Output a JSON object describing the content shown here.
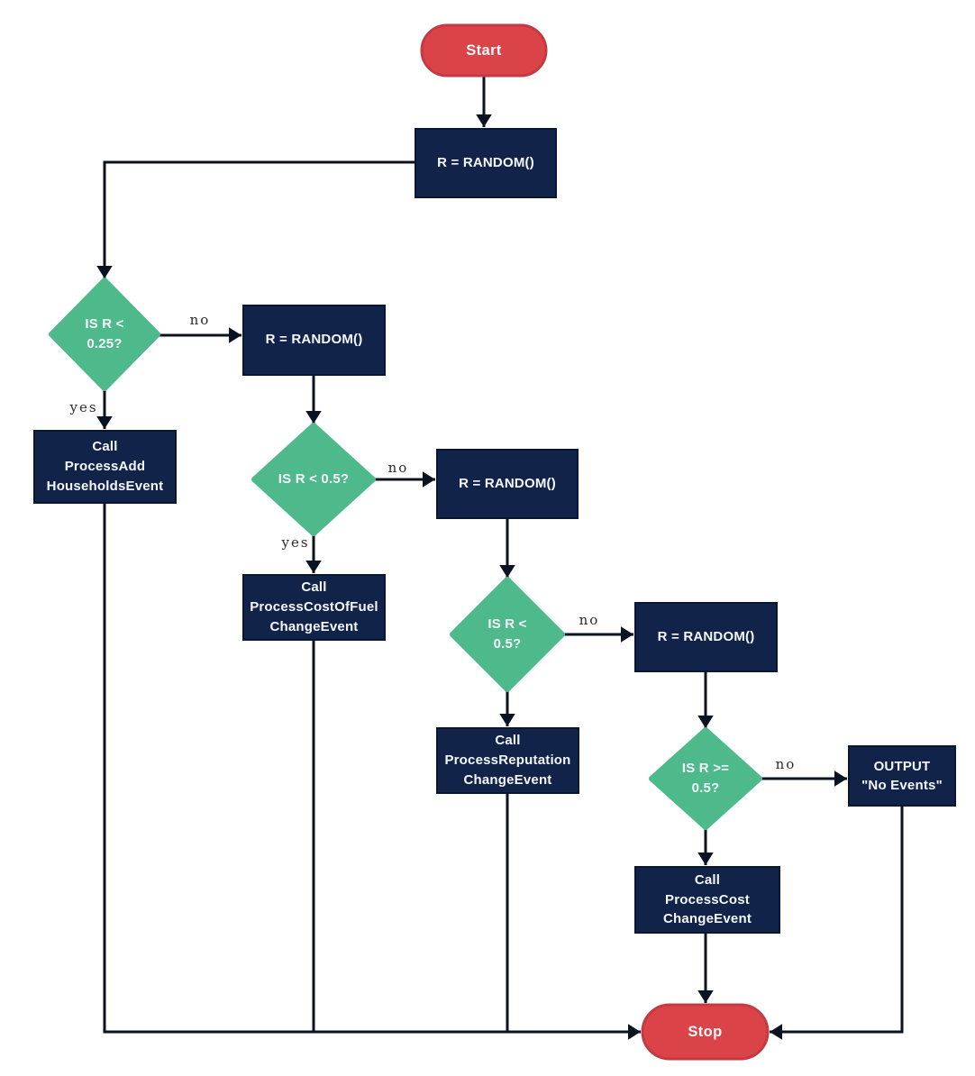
{
  "diagram": {
    "type": "flowchart",
    "background": "#ffffff",
    "colors": {
      "terminal_fill": "#da4449",
      "terminal_border": "#c43a41",
      "process_fill": "#12234a",
      "process_border": "#0a1733",
      "decision_fill": "#4eba8c",
      "line": "#0b1222",
      "node_text": "#f4f7fa",
      "edge_label_text": "#2b2b2b"
    },
    "nodes": {
      "start": "Start",
      "random1": "R = RANDOM()",
      "decision1": "IS R <\n0.25?",
      "call_add_households": "Call\nProcessAdd\nHouseholdsEvent",
      "random2": "R = RANDOM()",
      "decision2": "IS R < 0.5?",
      "call_cost_of_fuel": "Call\nProcessCostOfFuel\nChangeEvent",
      "random3": "R = RANDOM()",
      "decision3": "IS R <\n0.5?",
      "call_reputation": "Call\nProcessReputation\nChangeEvent",
      "random4": "R = RANDOM()",
      "decision4": "IS R >=\n0.5?",
      "output_no_events": "OUTPUT\n\"No Events\"",
      "call_cost": "Call\nProcessCost\nChangeEvent",
      "stop": "Stop"
    },
    "edge_labels": {
      "decision1_no": "no",
      "decision1_yes": "yes",
      "decision2_no": "no",
      "decision2_yes": "yes",
      "decision3_no": "no",
      "decision4_no": "no"
    }
  }
}
